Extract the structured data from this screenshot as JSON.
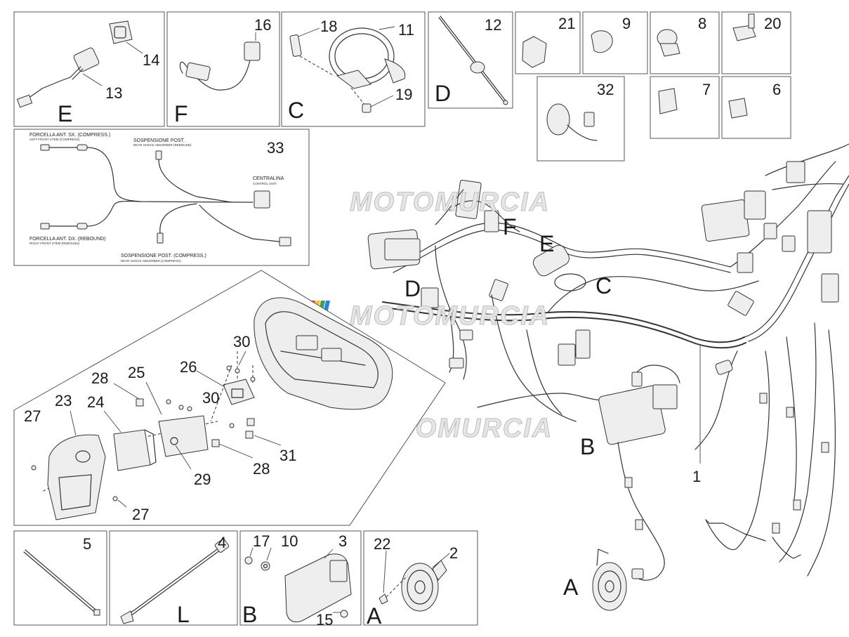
{
  "watermark": {
    "text": "MOTOMURCIA",
    "stripe_colors": [
      "#e53935",
      "#fbc02d",
      "#43a047",
      "#1e88e5"
    ]
  },
  "panels": {
    "e": {
      "num_a": "14",
      "num_b": "13",
      "letter": "E"
    },
    "f": {
      "num": "16",
      "letter": "F"
    },
    "c": {
      "num_a": "18",
      "num_b": "11",
      "num_c": "19",
      "letter": "C"
    },
    "d": {
      "num": "12",
      "letter": "D"
    },
    "p21": {
      "num": "21"
    },
    "p9": {
      "num": "9"
    },
    "p8": {
      "num": "8"
    },
    "p20": {
      "num": "20"
    },
    "p32": {
      "num": "32"
    },
    "p7": {
      "num": "7"
    },
    "p6": {
      "num": "6"
    },
    "p33": {
      "num": "33",
      "fork_left_it": "FORCELLA ANT. SX. (COMPRESS.)",
      "fork_left_en": "LEFT FRONT STEM (COMPRESS)",
      "shock_rebound_it": "SOSPENSIONE POST.",
      "shock_rebound_en": "REAR SHOCK ABSORBER (REBOUND)",
      "ecu_it": "CENTRALINA",
      "ecu_en": "CONTROL UNIT",
      "fork_right_it": "FORCELLA ANT. DX. (REBOUND)",
      "fork_right_en": "RIGHT FRONT STEM (REBOUND)",
      "shock_compress_it": "SOSPENSIONE POST. (COMPRESS.)",
      "shock_compress_en": "REAR SHOCK ABSORBER (COMPRESS)"
    },
    "headlight": {
      "n23": "23",
      "n24": "24",
      "n25": "25",
      "n26": "26",
      "n27a": "27",
      "n27b": "27",
      "n28a": "28",
      "n28b": "28",
      "n29": "29",
      "n30a": "30",
      "n30b": "30",
      "n31": "31"
    },
    "p5": {
      "num": "5"
    },
    "p4": {
      "num": "4",
      "letter": "L"
    },
    "b": {
      "n17": "17",
      "n10": "10",
      "n3": "3",
      "n15": "15",
      "letter": "B"
    },
    "a": {
      "n22": "22",
      "n2": "2",
      "letter": "A"
    }
  },
  "main": {
    "letter_f": "F",
    "letter_e": "E",
    "letter_d": "D",
    "letter_c": "C",
    "letter_b": "B",
    "letter_a": "A",
    "num_1": "1"
  }
}
